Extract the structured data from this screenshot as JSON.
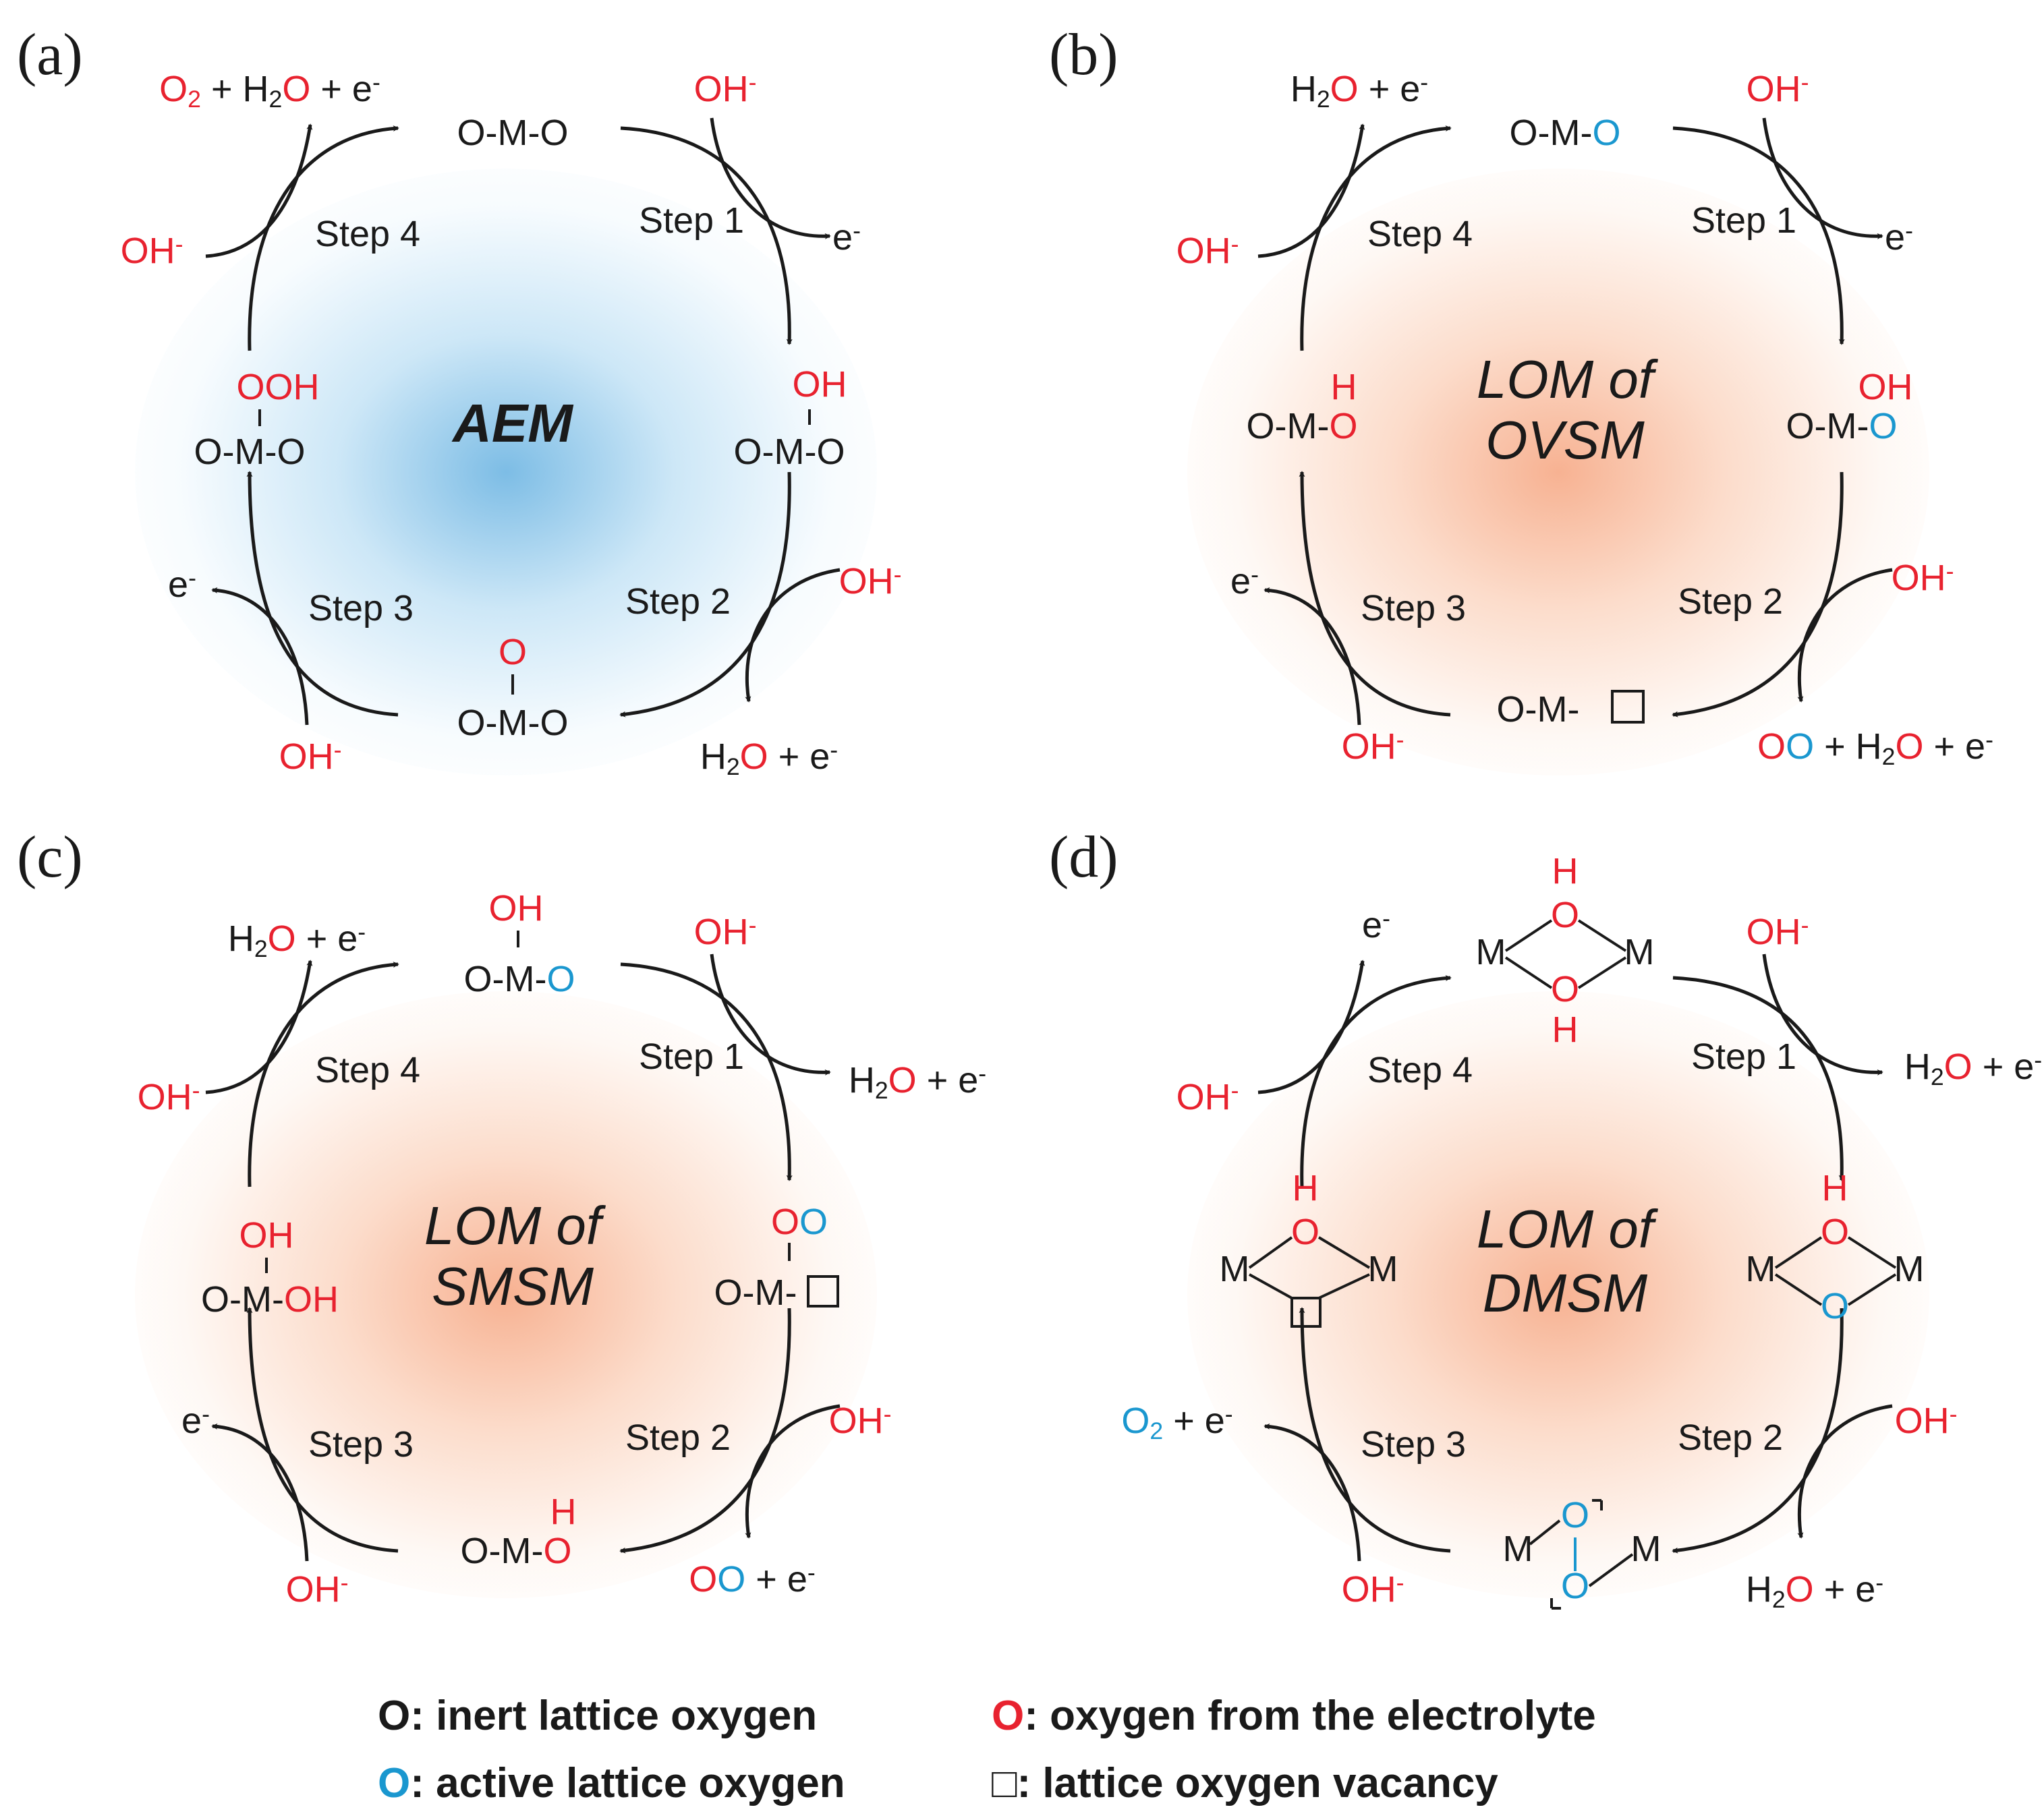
{
  "colors": {
    "black": "#1a1a1a",
    "red": "#e8222f",
    "blue": "#1a97cf"
  },
  "panel_labels": {
    "a": "(a)",
    "b": "(b)",
    "c": "(c)",
    "d": "(d)"
  },
  "mechanisms": {
    "a": "AEM",
    "b": [
      "LOM of",
      "OVSM"
    ],
    "c": [
      "LOM of",
      "SMSM"
    ],
    "d": [
      "LOM of",
      "DMSM"
    ]
  },
  "steps": {
    "s1": "Step 1",
    "s2": "Step 2",
    "s3": "Step 3",
    "s4": "Step 4"
  },
  "species": {
    "oh": "OH",
    "o2": "O",
    "h2": "H",
    "o": "O",
    "m": "M",
    "dash": "-",
    "e": "e",
    "plus": " + ",
    "minus": "-",
    "sub2": "2"
  },
  "legend": [
    {
      "glyph": "O",
      "color": "black",
      "text": ": inert lattice oxygen"
    },
    {
      "glyph": "O",
      "color": "red",
      "text": ": oxygen from the electrolyte"
    },
    {
      "glyph": "O",
      "color": "blue",
      "text": ": active lattice oxygen"
    },
    {
      "glyph": "□",
      "color": "black",
      "text": ": lattice oxygen vacancy"
    }
  ]
}
